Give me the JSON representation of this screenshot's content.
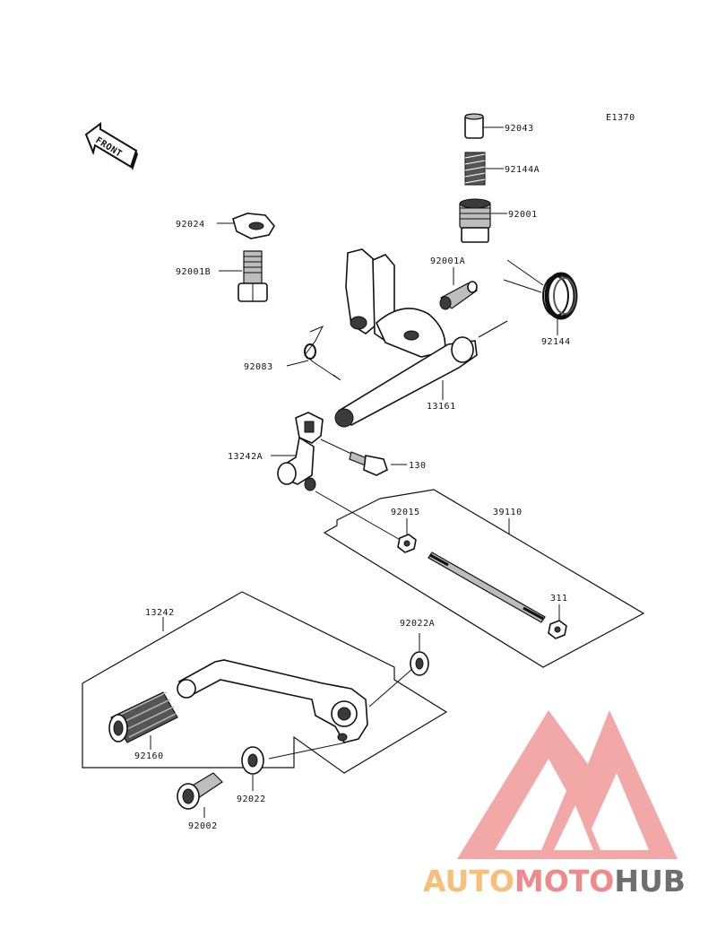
{
  "diagram": {
    "code": "E1370",
    "front_label": "FRONT",
    "callouts": {
      "p92043": "92043",
      "p92144a": "92144A",
      "p92001": "92001",
      "p92024": "92024",
      "p92001b": "92001B",
      "p92001a": "92001A",
      "p92144": "92144",
      "p92083": "92083",
      "p13161": "13161",
      "p13242a": "13242A",
      "p130": "130",
      "p92015": "92015",
      "p39110": "39110",
      "p311": "311",
      "p13242": "13242",
      "p92022a": "92022A",
      "p92160": "92160",
      "p92022": "92022",
      "p92002": "92002"
    }
  },
  "watermark": {
    "part1": "AUTO",
    "part2": "MOTO",
    "part3": "HUB",
    "colors": {
      "auto": "#f6c07a",
      "moto": "#f08a8a",
      "hub": "#6e6e6e",
      "logo": "#f19a9a"
    }
  }
}
